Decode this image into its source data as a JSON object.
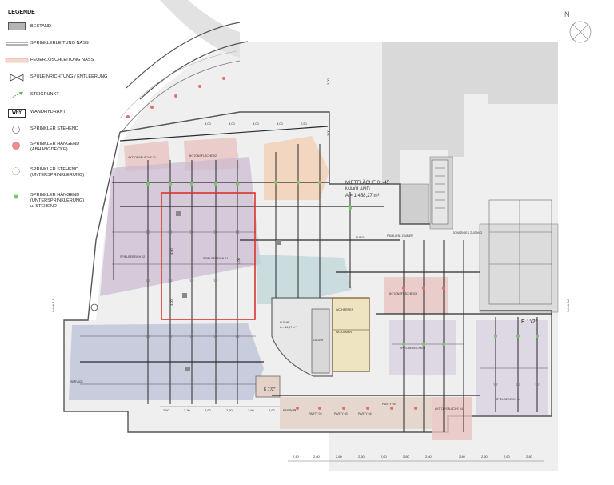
{
  "legend": {
    "title": "LEGENDE",
    "items": [
      {
        "label": "BESTAND",
        "symbol": "gray-fill-box"
      },
      {
        "label": "SPRINKLERLEITUNG NASS",
        "symbol": "double-line"
      },
      {
        "label": "FEUERLÖSCHLEITUNG NASS",
        "symbol": "pink-double-line"
      },
      {
        "label": "SPÜLEINRICHTUNG / ENTLEERUNG",
        "symbol": "valve-icon"
      },
      {
        "label": "STEIGPUNKT",
        "symbol": "riser-arrow-icon"
      },
      {
        "label": "WANDHYDRANT",
        "symbol": "whv-box",
        "symbol_text": "WHY"
      },
      {
        "label": "SPRINKLER STEHEND",
        "symbol": "gray-circle"
      },
      {
        "label": "SPRINKLER HÄNGEND\n(ABHANGDECKE)",
        "symbol": "red-circle"
      },
      {
        "label": "SPRINKLER STEHEND\n(UNTERSPRINKLERUNG)",
        "symbol": "green-dashed-circle"
      },
      {
        "label": "SPRINKLER HÄNGEND\n(UNTERSPRINKLERUNG)\nu. STEHEND",
        "symbol": "green-dot"
      }
    ]
  },
  "colors": {
    "bestand": "#bdbdbd",
    "wall": "#6e6e6e",
    "pipe": "#2a2a2a",
    "pink_zone": "#e9c3c0",
    "mauve_zone": "#cbb9d2",
    "blue_zone": "#b8bfd6",
    "teal_zone": "#bfd6d8",
    "orange_zone": "#f3cfb4",
    "tan_zone": "#e4d2c8",
    "yellow_zone": "#efe2b8",
    "sprinkler_red": "#e07070",
    "sprinkler_green": "#7bc36a",
    "selection_red": "#d9342b",
    "riser_green": "#5cb84a"
  },
  "plan": {
    "north_label": "N",
    "main_area": {
      "line1": "MIETFLÄCHE 01-45",
      "line2": "MAXILAND",
      "line3": "A = 1.458,27 m²"
    },
    "section_marker": "E 1'/2\"",
    "section_marker_2": "E 1'/2\"",
    "rooms": {
      "kueche": "KÜCHE",
      "kueche_area": "A = 60,97 m²",
      "lager": "LAGER",
      "wc_damen": "WC DAMEN",
      "wc_herren": "WC HERREN",
      "buero": "BÜRO",
      "familienzimmer": "FAMILIEN-\nZIMMER",
      "sonstiges": "SONSTIGES\nZUGANG",
      "spielbereich_01": "SPIELBEREICH 01",
      "spielbereich_02": "SPIELBEREICH 02",
      "spielbereich_03": "SPIELBEREICH 03",
      "spielbereich_04": "SPIELBEREICH 04",
      "aktionsflaeche_01": "AKTIONSFLÄCHE 01",
      "aktionsflaeche_02": "AKTIONSFLÄCHE 02",
      "aktionsflaeche_03": "AKTIONSFLÄCHE 03",
      "aktionsflaeche_04": "AKTIONSFLÄCHE 04",
      "party_01": "PARTY 01",
      "party_02": "PARTY 02",
      "party_03": "PARTY 03",
      "party_04": "PARTY 04",
      "party_05": "PARTY 05",
      "service": "SERVICE"
    },
    "bottom_dims": [
      "2,40",
      "2,60",
      "2,60",
      "2,60",
      "2,60",
      "2,60",
      "2,60",
      "2,40",
      "2,60",
      "2,60",
      "2,40"
    ],
    "lower_dims": [
      "2,60",
      "2,30",
      "2,60",
      "2,60",
      "2,60",
      "2,60",
      "2,40"
    ],
    "top_dims": [
      "3,00",
      "3,00",
      "3,00",
      "3,00",
      "2,50"
    ],
    "vertical_dims": [
      "4,00",
      "4,00",
      "4,00",
      "3,00",
      "3,00"
    ],
    "side_left": "Schnitt A-A",
    "side_right": "Schnitt A-A"
  }
}
